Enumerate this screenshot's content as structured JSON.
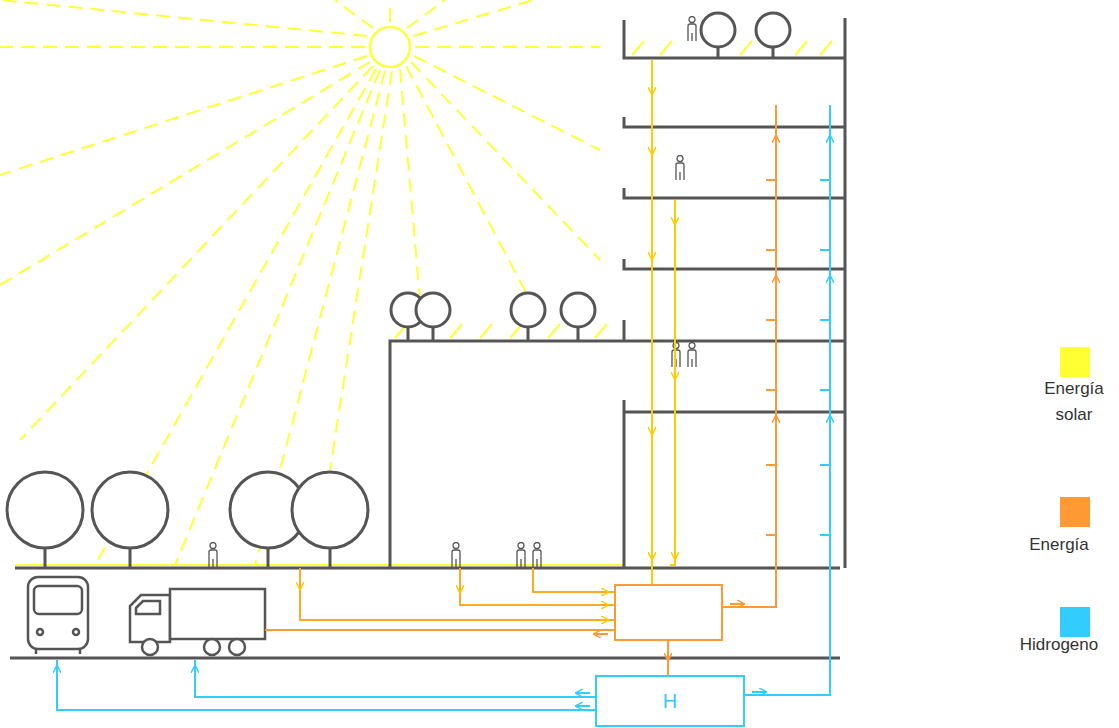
{
  "diagram": {
    "nodes": [
      {
        "text": [
          "H"
        ]
      }
    ],
    "legend": [
      {
        "text": "Energía solar",
        "color": "#ffff33"
      },
      {
        "text": "Energía",
        "color": "#ff9933"
      },
      {
        "text": "Hidrogeno",
        "color": "#33ccff"
      }
    ]
  }
}
